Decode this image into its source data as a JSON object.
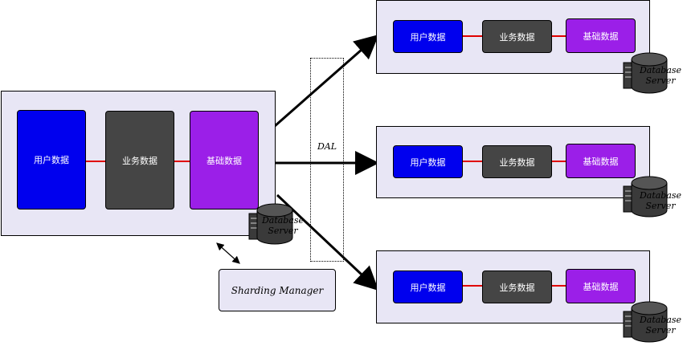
{
  "nodes": {
    "user_data": "用户数据",
    "business_data": "业务数据",
    "base_data": "基础数据"
  },
  "database": {
    "line1": "Database",
    "line2": "Server"
  },
  "dal_label": "DAL",
  "manager_label": "Sharding Manager",
  "colors": {
    "cluster_bg": "#e8e6f5",
    "user_data": "#0000ee",
    "business_data": "#454545",
    "base_data": "#9b1fe8",
    "link": "#e00000"
  }
}
